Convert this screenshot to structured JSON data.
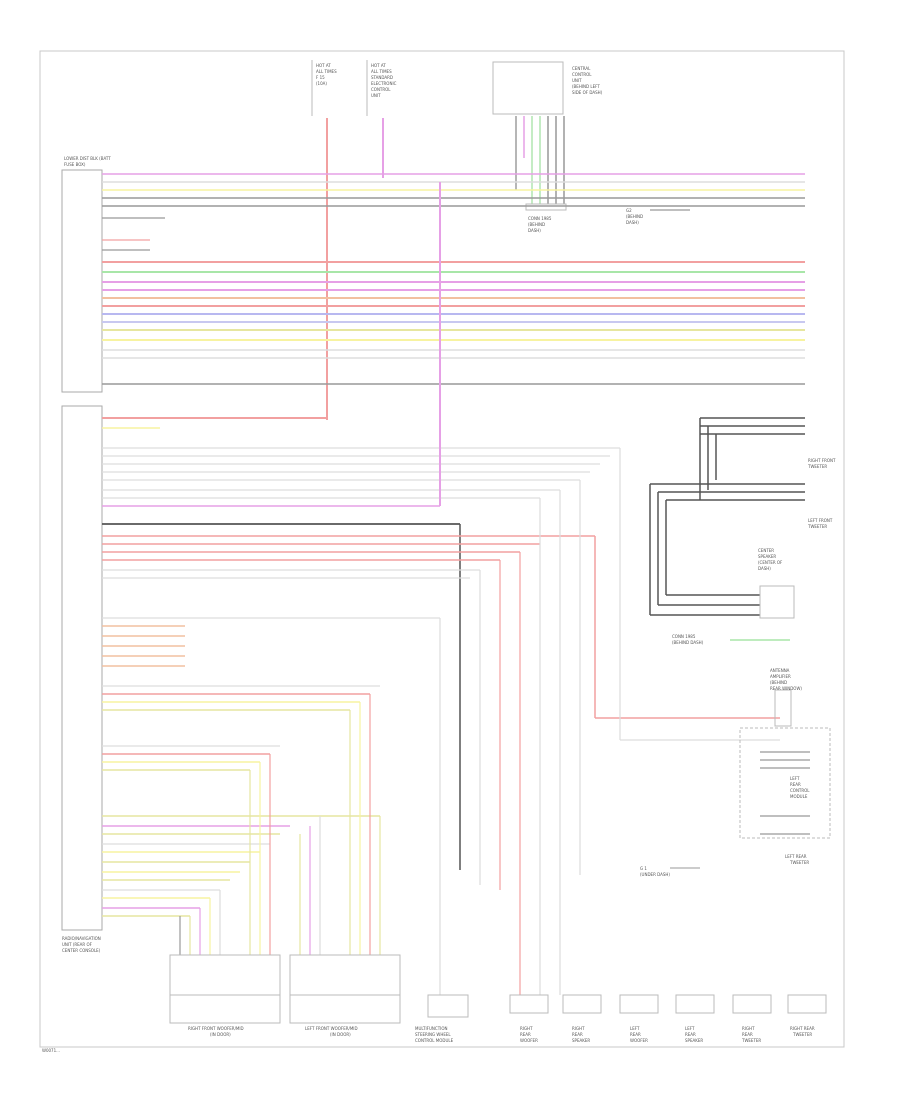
{
  "diagram": {
    "page_code": "W0071...",
    "components": {
      "head_unit_top": {
        "label_lines": [
          "LOWER DIST BLK (BATT",
          "FUSE BOX)"
        ]
      },
      "head_unit_main": {
        "label_lines": [
          "RADIO/NAVIGATION",
          "UNIT (REAR OF",
          "CENTER CONSOLE)"
        ]
      },
      "fuse_left": {
        "label_lines": [
          "HOT AT",
          "ALL TIMES",
          "F 15",
          "(10A)"
        ]
      },
      "fuse_mid": {
        "label_lines": [
          "HOT AT",
          "ALL TIMES",
          "STANDARD",
          "ELECTRONIC",
          "CONTROL",
          "UNIT"
        ]
      },
      "central_control": {
        "label_lines": [
          "CENTRAL",
          "CONTROL",
          "UNIT",
          "(BEHIND LEFT",
          "SIDE OF DASH)"
        ]
      },
      "connector_under": {
        "label_lines": [
          "CONN 1985",
          "(BEHIND",
          "DASH)"
        ]
      },
      "ground_top": {
        "label_lines": [
          "G2",
          "(BEHIND",
          "DASH)"
        ]
      },
      "right_front_tweeter": {
        "label_lines": [
          "RIGHT FRONT",
          "TWEETER"
        ]
      },
      "left_front_tweeter": {
        "label_lines": [
          "LEFT FRONT",
          "TWEETER"
        ]
      },
      "center_speaker": {
        "label_lines": [
          "CENTER",
          "SPEAKER",
          "(CENTER OF",
          "DASH)"
        ]
      },
      "ground_mid": {
        "label_lines": [
          "CONN 1985",
          "(BEHIND DASH)"
        ]
      },
      "antenna": {
        "label_lines": [
          "ANTENNA",
          "AMPLIFIER",
          "(BEHIND",
          "REAR WINDOW)"
        ]
      },
      "left_rear_ctrl": {
        "label_lines": [
          "LEFT",
          "REAR",
          "CONTROL",
          "MODULE"
        ]
      },
      "left_rear_tweeter": {
        "label_lines": [
          "LEFT REAR",
          "TWEETER"
        ]
      },
      "ground_lower": {
        "label_lines": [
          "G 1",
          "(UNDER DASH)"
        ]
      },
      "bottom_captions": [
        {
          "text_lines": [
            "RIGHT FRONT WOOFER/MID",
            "(IN DOOR)"
          ]
        },
        {
          "text_lines": [
            "LEFT FRONT WOOFER/MID",
            "(IN DOOR)"
          ]
        },
        {
          "text_lines": [
            "MULTIFUNCTION",
            "STEERING WHEEL",
            "CONTROL MODULE"
          ]
        },
        {
          "text_lines": [
            "RIGHT",
            "REAR",
            "WOOFER"
          ]
        },
        {
          "text_lines": [
            "RIGHT",
            "REAR",
            "SPEAKER"
          ]
        },
        {
          "text_lines": [
            "LEFT",
            "REAR",
            "WOOFER"
          ]
        },
        {
          "text_lines": [
            "LEFT",
            "REAR",
            "SPEAKER"
          ]
        },
        {
          "text_lines": [
            "RIGHT",
            "REAR",
            "TWEETER"
          ]
        },
        {
          "text_lines": [
            "RIGHT REAR",
            "TWEETER"
          ]
        }
      ]
    }
  }
}
